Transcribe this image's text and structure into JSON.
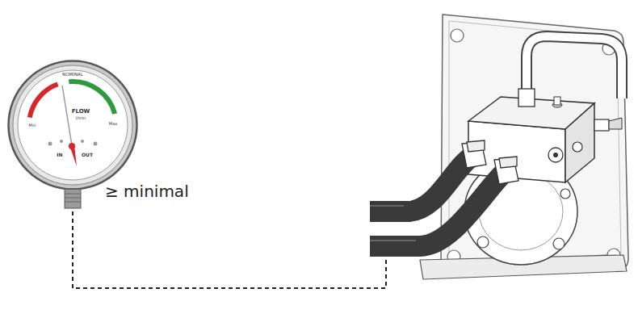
{
  "diagram": {
    "nodes": [
      {
        "text": [
          "NOMINAL",
          "FLOW",
          "l/min",
          "Min",
          "Max",
          "IN",
          "OUT"
        ]
      }
    ],
    "labels": [
      "≥ minimal"
    ]
  }
}
